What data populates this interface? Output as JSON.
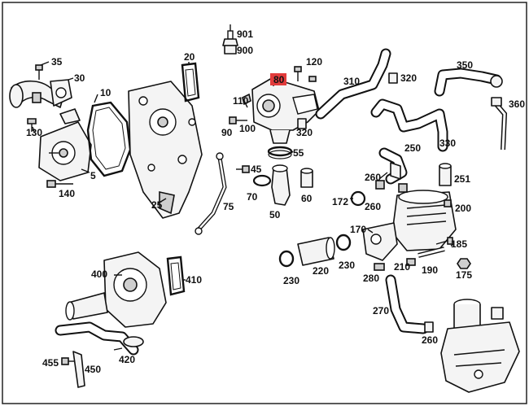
{
  "diagram": {
    "highlight_color": "#e23b3b",
    "labels": {
      "p901": "901",
      "p900": "900",
      "p35": "35",
      "p30": "30",
      "p20": "20",
      "p10": "10",
      "p120": "120",
      "p80": "80",
      "p310": "310",
      "p320a": "320",
      "p350": "350",
      "p360": "360",
      "p110": "110",
      "p130": "130",
      "p90": "90",
      "p100": "100",
      "p320b": "320",
      "p330": "330",
      "p5": "5",
      "p55": "55",
      "p250": "250",
      "p45": "45",
      "p140": "140",
      "p25": "25",
      "p75": "75",
      "p70": "70",
      "p60": "60",
      "p260a": "260",
      "p251": "251",
      "p50": "50",
      "p172": "172",
      "p260b": "260",
      "p200": "200",
      "p170": "170",
      "p185": "185",
      "p230a": "230",
      "p220": "220",
      "p230b": "230",
      "p210": "210",
      "p190": "190",
      "p175": "175",
      "p400": "400",
      "p410": "410",
      "p280": "280",
      "p270": "270",
      "p260c": "260",
      "p455": "455",
      "p450": "450",
      "p420": "420"
    }
  }
}
